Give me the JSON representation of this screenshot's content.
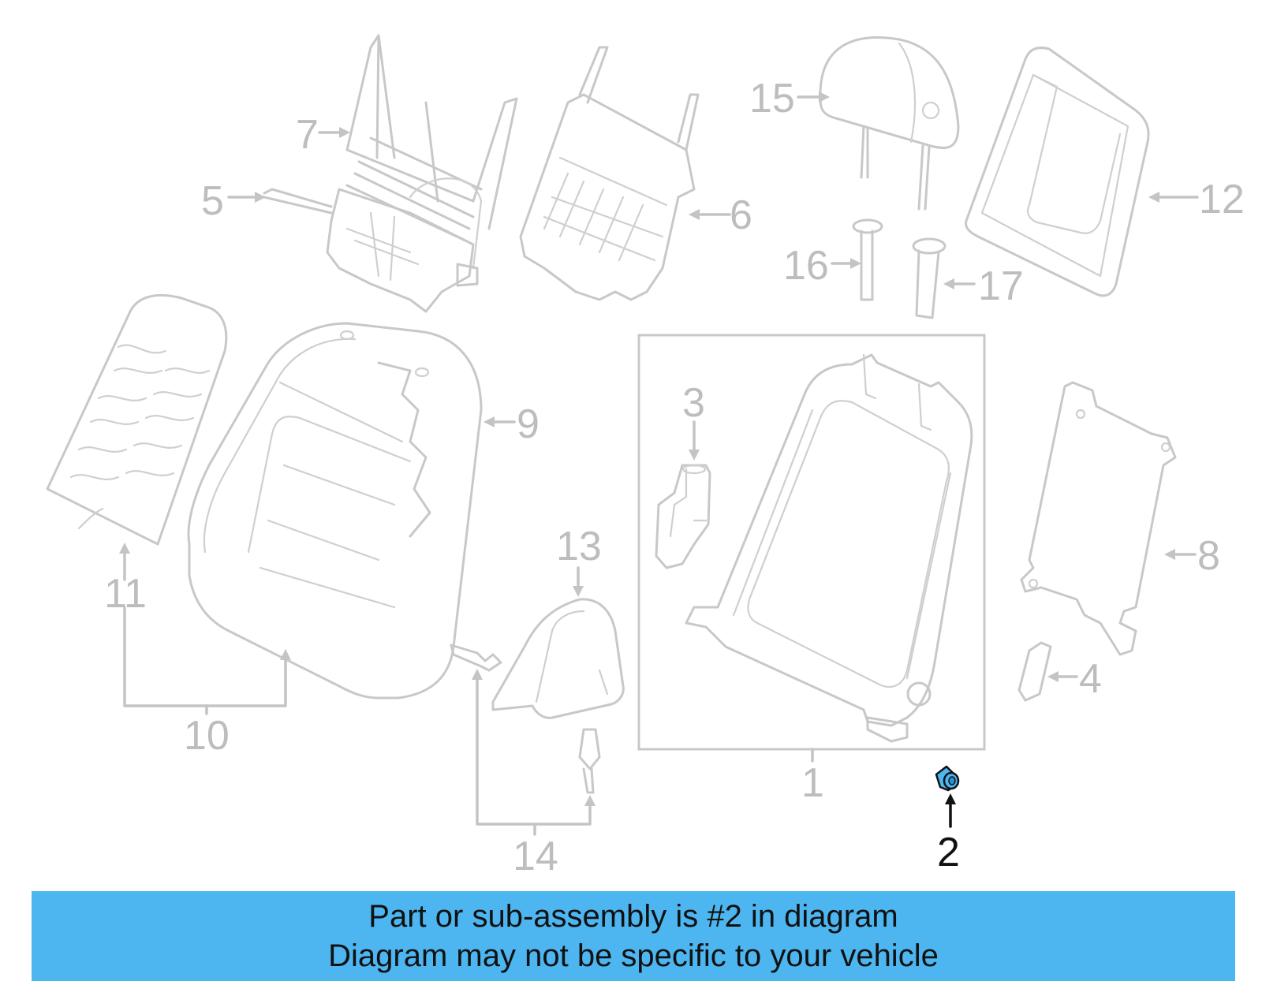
{
  "diagram": {
    "highlight_color": "#4db6f0",
    "callouts": [
      {
        "id": "c1",
        "label": "1"
      },
      {
        "id": "c2",
        "label": "2",
        "active": true
      },
      {
        "id": "c3",
        "label": "3"
      },
      {
        "id": "c4",
        "label": "4"
      },
      {
        "id": "c5",
        "label": "5"
      },
      {
        "id": "c6",
        "label": "6"
      },
      {
        "id": "c7",
        "label": "7"
      },
      {
        "id": "c8",
        "label": "8"
      },
      {
        "id": "c9",
        "label": "9"
      },
      {
        "id": "c10",
        "label": "10"
      },
      {
        "id": "c11",
        "label": "11"
      },
      {
        "id": "c12",
        "label": "12"
      },
      {
        "id": "c13",
        "label": "13"
      },
      {
        "id": "c14",
        "label": "14"
      },
      {
        "id": "c15",
        "label": "15"
      },
      {
        "id": "c16",
        "label": "16"
      },
      {
        "id": "c17",
        "label": "17"
      }
    ]
  },
  "banner": {
    "line1": "Part or sub-assembly is #2 in diagram",
    "line2": "Diagram may not be specific to your vehicle",
    "background": "#4db6f0"
  }
}
